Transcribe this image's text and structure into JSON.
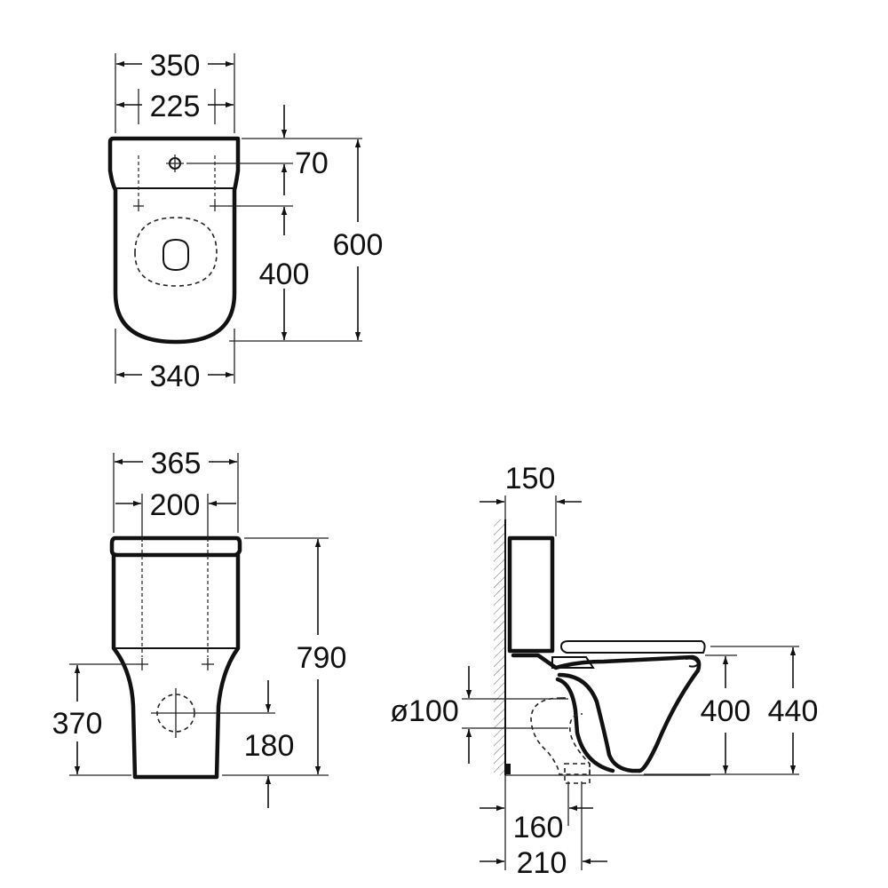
{
  "top_view": {
    "dim_total_width": "350",
    "dim_inner_width": "225",
    "dim_fixing_offset": "70",
    "dim_total_depth": "600",
    "dim_bowl_depth": "400",
    "dim_base_width": "340"
  },
  "front_view": {
    "dim_total_width": "365",
    "dim_fixing_width": "200",
    "dim_total_height": "790",
    "dim_fixing_height": "370",
    "dim_outlet_height": "180"
  },
  "side_view": {
    "dim_tank_depth": "150",
    "dim_outlet_diameter": "ø100",
    "dim_seat_height": "400",
    "dim_rim_height": "440",
    "dim_outlet_axis": "160",
    "dim_outlet_back": "210"
  }
}
